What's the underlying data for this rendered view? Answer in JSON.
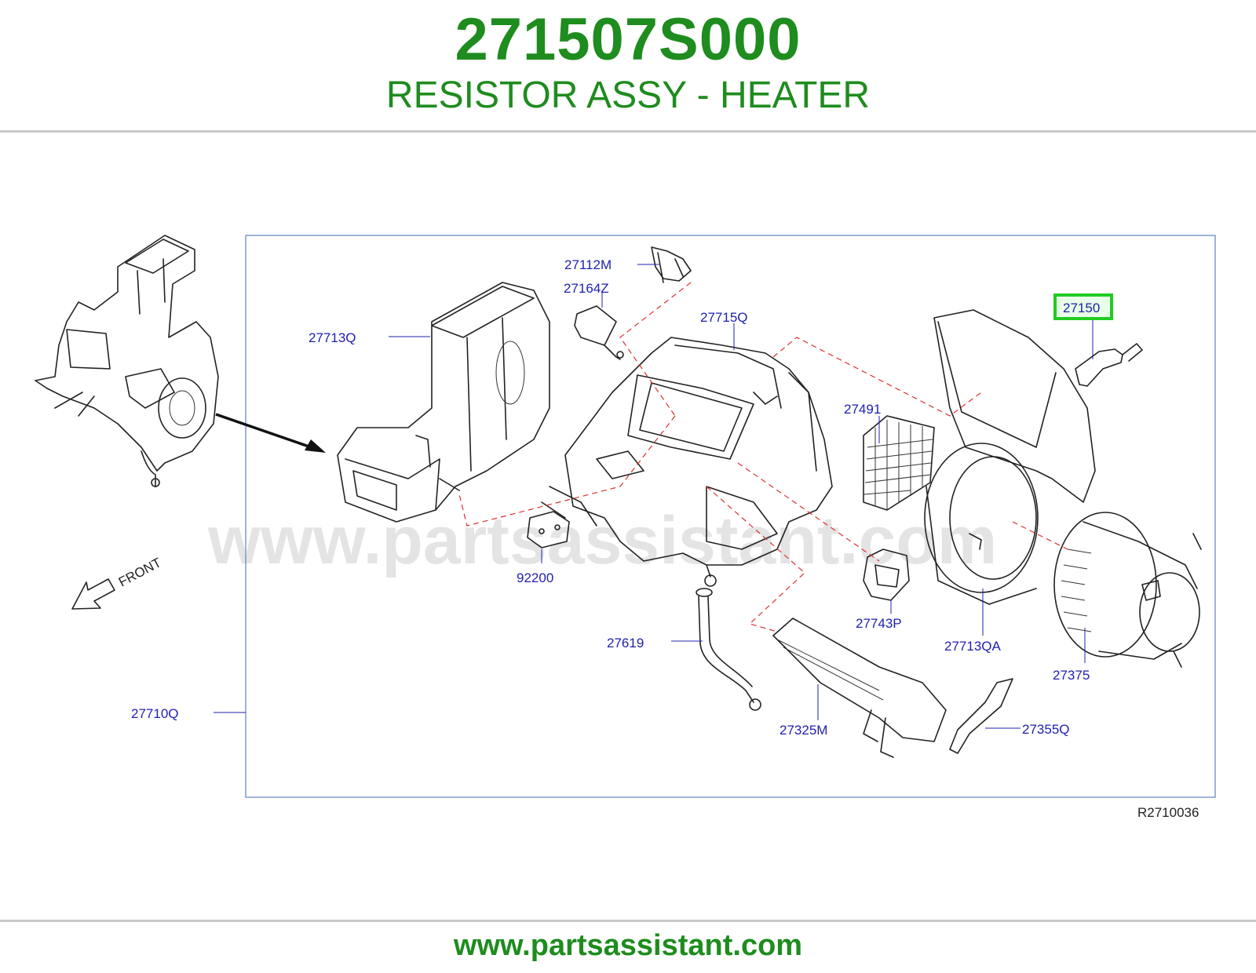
{
  "header": {
    "part_number": "271507S000",
    "part_name": "RESISTOR ASSY - HEATER"
  },
  "diagram": {
    "labels": {
      "p27112M": "27112M",
      "p27164Z": "27164Z",
      "p27713Q": "27713Q",
      "p27715Q": "27715Q",
      "p27150": "27150",
      "p27491": "27491",
      "p92200": "92200",
      "p27743P": "27743P",
      "p27713QA": "27713QA",
      "p27375": "27375",
      "p27619": "27619",
      "p27710Q": "27710Q",
      "p27325M": "27325M",
      "p27355Q": "27355Q"
    },
    "front_label": "FRONT",
    "diagram_code": "R2710036",
    "highlighted_part": "27150",
    "highlight_color": "#22cc22",
    "watermark": "www.partsassistant.com"
  },
  "footer": {
    "url": "www.partsassistant.com"
  },
  "colors": {
    "brand_green": "#1e8c1e",
    "label_blue": "#2020b0",
    "dashed_red": "#e03030"
  }
}
